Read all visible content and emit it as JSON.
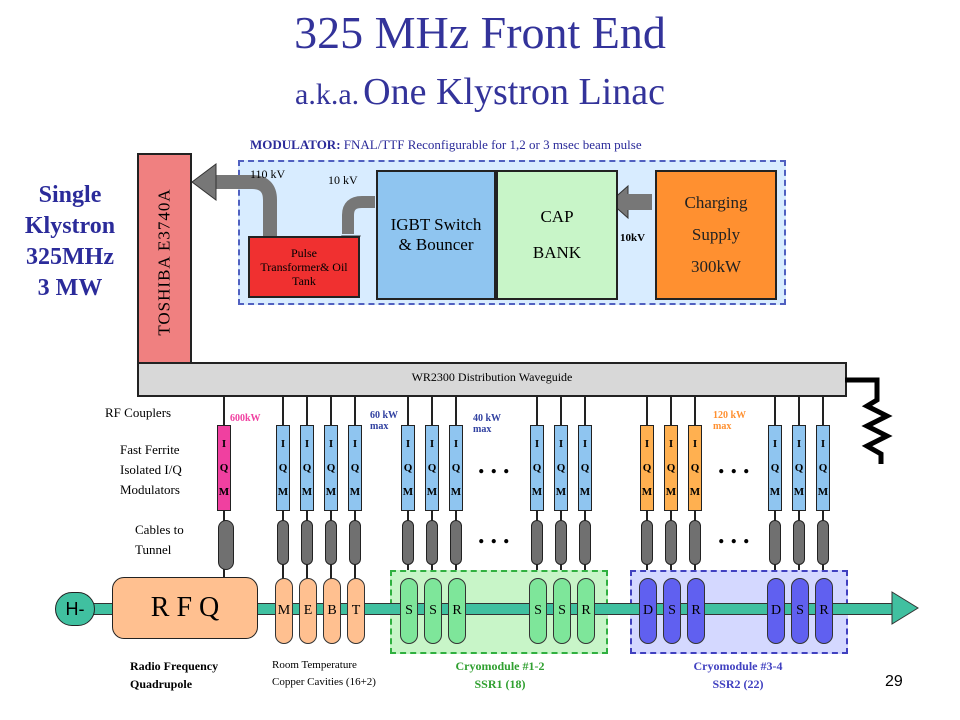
{
  "title": {
    "line1": "325 MHz Front End",
    "line2_small": "a.k.a.",
    "line2_big": "One Klystron Linac"
  },
  "modulator": {
    "label_bold": "MODULATOR:",
    "label_rest": " FNAL/TTF Reconfigurable for 1,2 or 3 msec beam pulse"
  },
  "side_title": [
    "Single",
    "Klystron",
    "325MHz",
    "3 MW"
  ],
  "klystron": "TOSHIBA  E3740A",
  "blocks": {
    "pulse_transformer": "Pulse Transformer& Oil Tank",
    "igbt": "IGBT Switch & Bouncer",
    "cap_bank_1": "CAP",
    "cap_bank_2": "BANK",
    "charging_1": "Charging",
    "charging_2": "Supply",
    "charging_3": "300kW"
  },
  "voltages": {
    "v110": "110 kV",
    "v10": "10 kV",
    "v10b": "10kV"
  },
  "waveguide": "WR2300 Distribution Waveguide",
  "labels": {
    "rf_couplers": "RF Couplers",
    "ferrite": "Fast Ferrite Isolated I/Q Modulators",
    "cables": "Cables to Tunnel",
    "p600": "600kW",
    "p60": "60 kW max",
    "p40": "40 kW max",
    "p120": "120 kW max"
  },
  "iqm_letters": [
    "I",
    "Q",
    "M"
  ],
  "rfq": "R F Q",
  "hminus": "H-",
  "rt_cavities": [
    "M",
    "E",
    "B",
    "T"
  ],
  "ssr1_group1": [
    "S",
    "S",
    "R"
  ],
  "ssr1_group2": [
    "S",
    "S",
    "R"
  ],
  "ssr2_group1": [
    "D",
    "S",
    "R"
  ],
  "ssr2_group2": [
    "D",
    "S",
    "R"
  ],
  "footer": {
    "rfq_line1": "Radio Frequency",
    "rfq_line2": "Quadrupole",
    "rt_line1": "Room Temperature",
    "rt_line2": "Copper Cavities (16+2)",
    "cm12_line1": "Cryomodule #1-2",
    "cm12_line2": "SSR1 (18)",
    "cm34_line1": "Cryomodule #3-4",
    "cm34_line2": "SSR2 (22)",
    "page": "29"
  },
  "colors": {
    "title": "#33339a",
    "klystron": "#f08080",
    "pulse": "#f03030",
    "igbt": "#8fc5f0",
    "cap": "#c8f5c8",
    "charging": "#ff9030",
    "modulator_bg": "#d8ecff",
    "waveguide": "#d8d8d8",
    "rfq": "#ffc090",
    "rt_cav": "#ffc090",
    "ssr1": "#7ee69a",
    "ssr2": "#6060f0",
    "beam": "#40c0a0"
  }
}
